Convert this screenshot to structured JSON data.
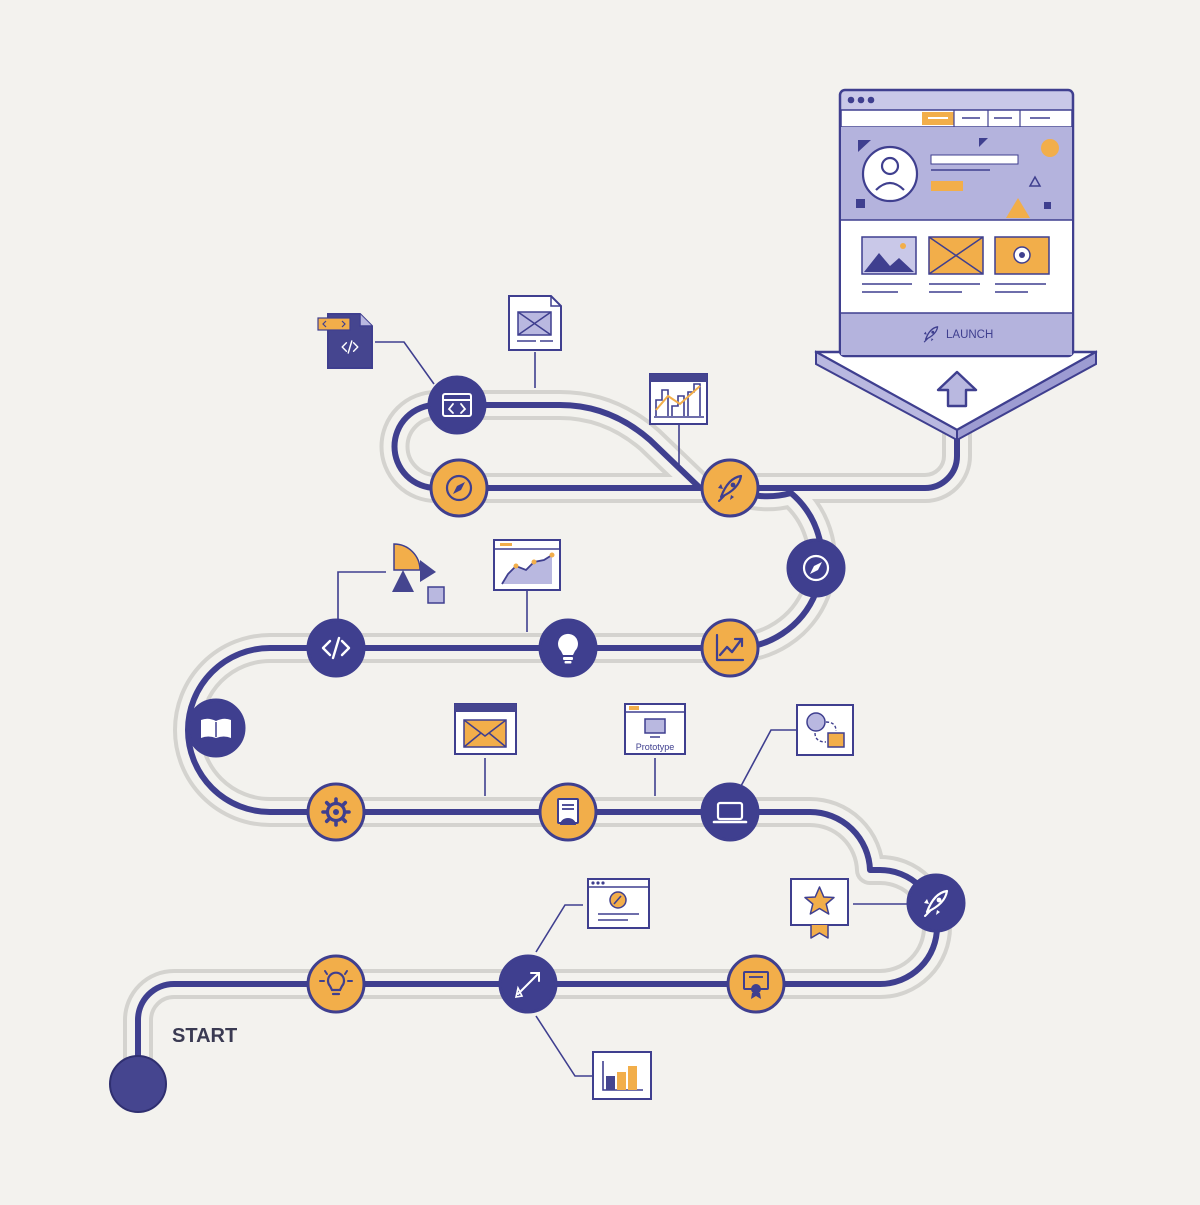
{
  "start_label": "START",
  "launch_label": "LAUNCH",
  "card_prototype_label": "Prototype",
  "colors": {
    "background": "#f3f2ee",
    "navy": "#3f3f8f",
    "orange": "#f2ae4a",
    "lavender": "#b9b8e0",
    "rail": "#d4d3cf",
    "white": "#ffffff"
  },
  "milestones": [
    {
      "name": "milestone-idea",
      "icon": "idea-gear-icon",
      "color": "orange"
    },
    {
      "name": "milestone-strategy",
      "icon": "pen-arrow-icon",
      "color": "navy"
    },
    {
      "name": "milestone-certificate",
      "icon": "certificate-icon",
      "color": "orange"
    },
    {
      "name": "milestone-rocket-lower",
      "icon": "rocket-icon",
      "color": "navy"
    },
    {
      "name": "milestone-laptop",
      "icon": "laptop-icon",
      "color": "navy"
    },
    {
      "name": "milestone-document",
      "icon": "document-icon",
      "color": "orange"
    },
    {
      "name": "milestone-settings",
      "icon": "gear-icon",
      "color": "orange"
    },
    {
      "name": "milestone-research",
      "icon": "book-icon",
      "color": "navy"
    },
    {
      "name": "milestone-code",
      "icon": "code-icon",
      "color": "navy"
    },
    {
      "name": "milestone-insight",
      "icon": "lightbulb-icon",
      "color": "navy"
    },
    {
      "name": "milestone-growth",
      "icon": "growth-chart-icon",
      "color": "orange"
    },
    {
      "name": "milestone-navigation",
      "icon": "compass-icon",
      "color": "navy"
    },
    {
      "name": "milestone-rocket-upper",
      "icon": "rocket-icon",
      "color": "orange"
    },
    {
      "name": "milestone-compass",
      "icon": "compass-icon",
      "color": "orange"
    },
    {
      "name": "milestone-browser-code",
      "icon": "browser-code-icon",
      "color": "navy"
    }
  ]
}
